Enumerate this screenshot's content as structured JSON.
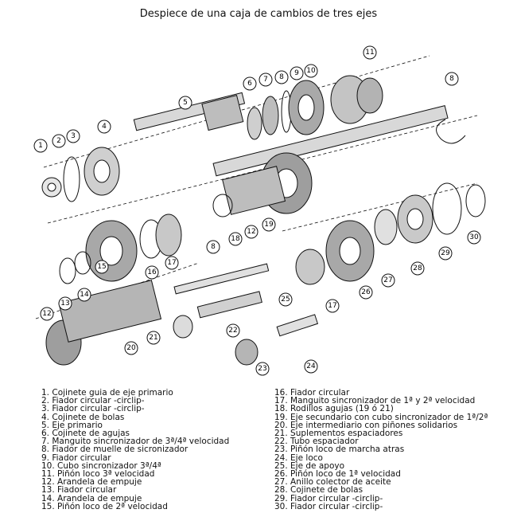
{
  "title": "Despiece de una caja de cambios de tres ejes",
  "callouts": [
    "1",
    "2",
    "3",
    "4",
    "5",
    "6",
    "7",
    "8",
    "9",
    "10",
    "11",
    "8",
    "12",
    "13",
    "14",
    "15",
    "16",
    "17",
    "18",
    "12",
    "19",
    "8",
    "20",
    "21",
    "22",
    "23",
    "24",
    "25",
    "17",
    "26",
    "27",
    "28",
    "29",
    "30"
  ],
  "legend_left": [
    {
      "num": "1.",
      "text": "Cojinete guia de eje primario"
    },
    {
      "num": "2.",
      "text": "Fiador circular -circlip-"
    },
    {
      "num": "3.",
      "text": "Fiador circular -circlip-"
    },
    {
      "num": "4.",
      "text": "Cojinete de bolas"
    },
    {
      "num": "5.",
      "text": "Eje primario"
    },
    {
      "num": "6.",
      "text": "Cojinete de agujas"
    },
    {
      "num": "7.",
      "text": "Manguito sincronizador de 3ª/4ª velocidad"
    },
    {
      "num": "8.",
      "text": "Fiador de muelle de sicronizador"
    },
    {
      "num": "9.",
      "text": "Fiador circular"
    },
    {
      "num": "10.",
      "text": "Cubo sincronizador 3ª/4ª"
    },
    {
      "num": "11.",
      "text": "Piñón loco 3ª velocidad"
    },
    {
      "num": "12.",
      "text": "Arandela de empuje"
    },
    {
      "num": "13.",
      "text": "Fiador circular"
    },
    {
      "num": "14.",
      "text": "Arandela de empuje"
    },
    {
      "num": "15.",
      "text": "Piñón loco de 2ª velocidad"
    }
  ],
  "legend_right": [
    {
      "num": "16.",
      "text": "Fiador circular"
    },
    {
      "num": "17.",
      "text": "Manguito sincronizador de 1ª y 2ª velocidad"
    },
    {
      "num": "18.",
      "text": "Rodillos agujas (19 ó 21)"
    },
    {
      "num": "19.",
      "text": "Eje secundario con cubo sincronizador de  1ª/2ª"
    },
    {
      "num": "20.",
      "text": "Eje intermediario con piñones solidarios"
    },
    {
      "num": "21.",
      "text": "Suplementos espaciadores"
    },
    {
      "num": "22.",
      "text": "Tubo espaciador"
    },
    {
      "num": "23.",
      "text": "Piñón loco de marcha atras"
    },
    {
      "num": "24.",
      "text": "Eje loco"
    },
    {
      "num": "25.",
      "text": "Eje de apoyo"
    },
    {
      "num": "26.",
      "text": "Piñón loco de 1ª velocidad"
    },
    {
      "num": "27.",
      "text": "Anillo colector de aceite"
    },
    {
      "num": "28.",
      "text": "Cojinete de bolas"
    },
    {
      "num": "29.",
      "text": "Fiador circular -circlip-"
    },
    {
      "num": "30.",
      "text": "Fiador circular -circlip-"
    }
  ]
}
